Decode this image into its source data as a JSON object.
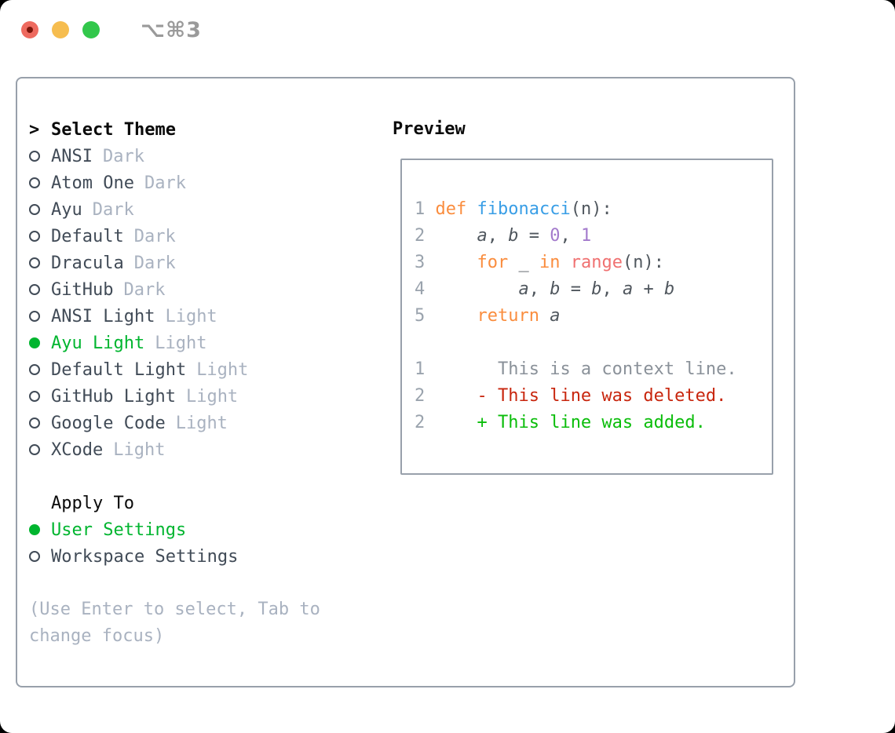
{
  "window": {
    "title": "⌥⌘3",
    "traffic_lights": [
      "close",
      "minimize",
      "zoom"
    ]
  },
  "theme_panel": {
    "header": {
      "marker": ">",
      "label": "Select Theme"
    },
    "themes": [
      {
        "name": "ANSI",
        "variant": "Dark",
        "selected": false
      },
      {
        "name": "Atom One",
        "variant": "Dark",
        "selected": false
      },
      {
        "name": "Ayu",
        "variant": "Dark",
        "selected": false
      },
      {
        "name": "Default",
        "variant": "Dark",
        "selected": false
      },
      {
        "name": "Dracula",
        "variant": "Dark",
        "selected": false
      },
      {
        "name": "GitHub",
        "variant": "Dark",
        "selected": false
      },
      {
        "name": "ANSI Light",
        "variant": "Light",
        "selected": false
      },
      {
        "name": "Ayu Light",
        "variant": "Light",
        "selected": true
      },
      {
        "name": "Default Light",
        "variant": "Light",
        "selected": false
      },
      {
        "name": "GitHub Light",
        "variant": "Light",
        "selected": false
      },
      {
        "name": "Google Code",
        "variant": "Light",
        "selected": false
      },
      {
        "name": "XCode",
        "variant": "Light",
        "selected": false
      }
    ],
    "apply_to": {
      "label": "Apply To",
      "options": [
        {
          "name": "User Settings",
          "selected": true
        },
        {
          "name": "Workspace Settings",
          "selected": false
        }
      ]
    },
    "help_text": "(Use Enter to select, Tab to change focus)"
  },
  "preview": {
    "label": "Preview",
    "code_lines": [
      {
        "num": "1",
        "tokens": [
          [
            "def",
            "kw"
          ],
          [
            " ",
            "pl"
          ],
          [
            "fibonacci",
            "fn"
          ],
          [
            "(n):",
            "pl"
          ]
        ]
      },
      {
        "num": "2",
        "tokens": [
          [
            "    ",
            "pl"
          ],
          [
            "a",
            "var"
          ],
          [
            ", ",
            "pl"
          ],
          [
            "b",
            "var"
          ],
          [
            " = ",
            "pl"
          ],
          [
            "0",
            "num"
          ],
          [
            ", ",
            "pl"
          ],
          [
            "1",
            "num"
          ]
        ]
      },
      {
        "num": "3",
        "tokens": [
          [
            "    ",
            "pl"
          ],
          [
            "for",
            "kw"
          ],
          [
            " _ ",
            "pl"
          ],
          [
            "in",
            "kw"
          ],
          [
            " ",
            "pl"
          ],
          [
            "range",
            "call"
          ],
          [
            "(n):",
            "pl"
          ]
        ]
      },
      {
        "num": "4",
        "tokens": [
          [
            "        ",
            "pl"
          ],
          [
            "a",
            "var"
          ],
          [
            ", ",
            "pl"
          ],
          [
            "b",
            "var"
          ],
          [
            " = ",
            "pl"
          ],
          [
            "b",
            "var"
          ],
          [
            ", ",
            "pl"
          ],
          [
            "a",
            "var"
          ],
          [
            " + ",
            "pl"
          ],
          [
            "b",
            "var"
          ]
        ]
      },
      {
        "num": "5",
        "tokens": [
          [
            "    ",
            "pl"
          ],
          [
            "return",
            "kw"
          ],
          [
            " ",
            "pl"
          ],
          [
            "a",
            "var"
          ]
        ]
      }
    ],
    "diff_lines": [
      {
        "num": "1",
        "marker": " ",
        "text": "This is a context line.",
        "type": "context"
      },
      {
        "num": "2",
        "marker": "-",
        "text": "This line was deleted.",
        "type": "deleted"
      },
      {
        "num": "2",
        "marker": "+",
        "text": "This line was added.",
        "type": "added"
      }
    ]
  },
  "colors": {
    "selection_green": "#00b52f",
    "diff_added_green": "#0abd0a",
    "diff_deleted_red": "#c8260e",
    "keyword_orange": "#fa8d3e",
    "function_blue": "#399ee6",
    "number_purple": "#a37acc",
    "call_coral": "#f07171",
    "muted_gray": "#a9b2c0",
    "border_gray": "#98a0ab",
    "traffic_red": "#ee6a5f",
    "traffic_yellow": "#f6bd4f",
    "traffic_green": "#32c74b"
  }
}
